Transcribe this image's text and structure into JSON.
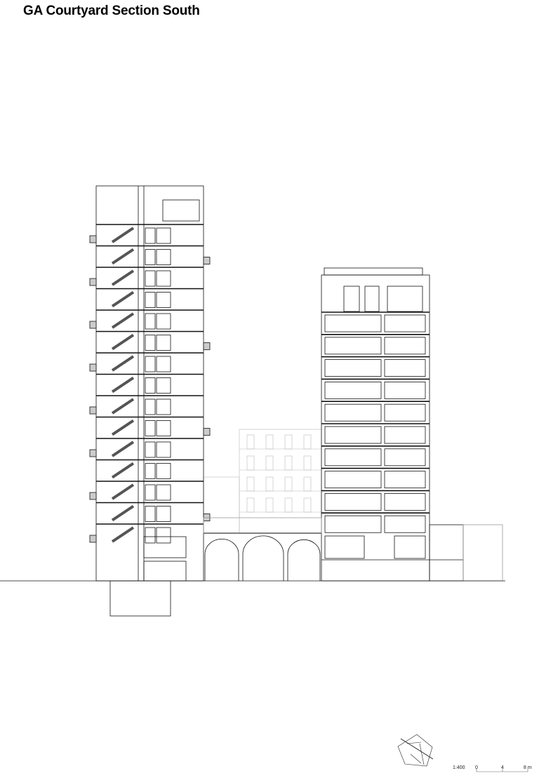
{
  "title": "GA Courtyard Section South",
  "scale": {
    "ratio": "1:400",
    "ticks": [
      "0",
      "4",
      "8 m"
    ]
  }
}
